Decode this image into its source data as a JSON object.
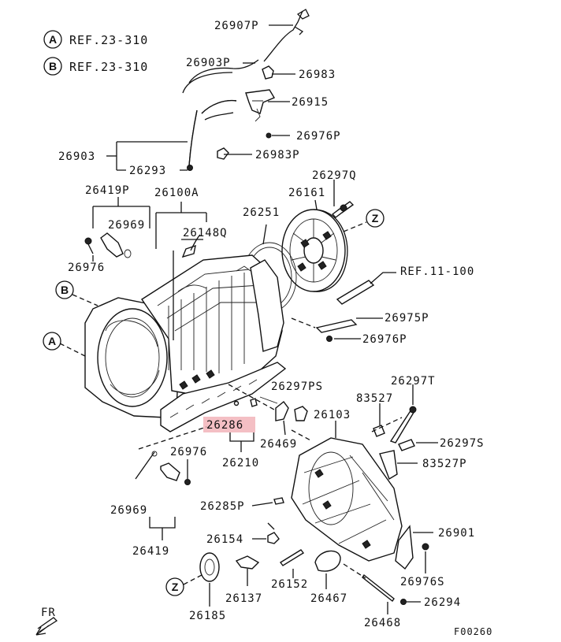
{
  "refs": [
    {
      "letter": "A",
      "text": "REF.23-310"
    },
    {
      "letter": "B",
      "text": "REF.23-310"
    }
  ],
  "callouts": {
    "a": "A",
    "b": "B",
    "z1": "Z",
    "z2": "Z"
  },
  "labels": {
    "p26907P": "26907P",
    "p26903P": "26903P",
    "p26983": "26983",
    "p26915": "26915",
    "p26976P_top": "26976P",
    "p26903": "26903",
    "p26983P": "26983P",
    "p26293": "26293",
    "p26297Q": "26297Q",
    "p26419P": "26419P",
    "p26100A": "26100A",
    "p26161": "26161",
    "p26251": "26251",
    "p26969_top": "26969",
    "p26148Q": "26148Q",
    "p26976_left": "26976",
    "ref11": "REF.11-100",
    "p26975P": "26975P",
    "p26976P_mid": "26976P",
    "p26297PS": "26297PS",
    "p26297T": "26297T",
    "p83527": "83527",
    "p26103": "26103",
    "p26286": "26286",
    "p26469": "26469",
    "p26297S": "26297S",
    "p26976_mid": "26976",
    "p26210": "26210",
    "p83527P": "83527P",
    "p26285P": "26285P",
    "p26969_bottom": "26969",
    "p26419": "26419",
    "p26901": "26901",
    "p26154": "26154",
    "p26976S": "26976S",
    "p26152": "26152",
    "p26137": "26137",
    "p26467": "26467",
    "p26185": "26185",
    "p26294": "26294",
    "p26468": "26468",
    "fr": "FR",
    "code": "F00260"
  },
  "highlight": {
    "part": "26286",
    "color": "#f4bfc4"
  }
}
